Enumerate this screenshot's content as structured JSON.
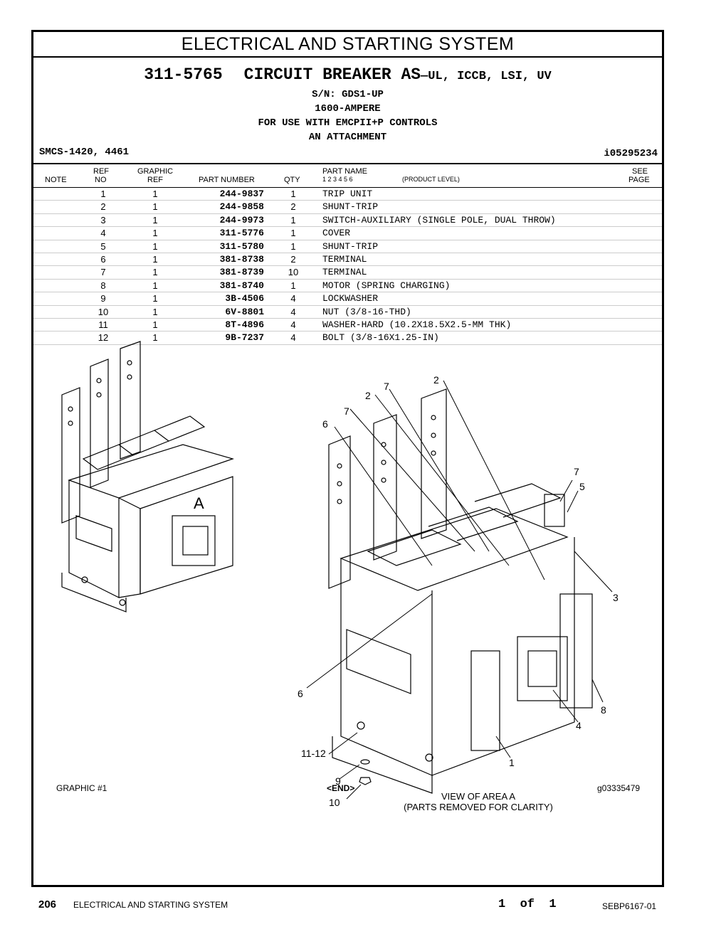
{
  "header": {
    "title": "ELECTRICAL AND STARTING SYSTEM"
  },
  "group": {
    "part_number": "311-5765",
    "name": "CIRCUIT BREAKER AS",
    "name_suffix": "—UL, ICCB, LSI, UV",
    "serial": "S/N: GDS1-UP",
    "rating": "1600-AMPERE",
    "use": "FOR USE WITH EMCPII+P CONTROLS",
    "type": "AN ATTACHMENT"
  },
  "smcs": "SMCS-1420, 4461",
  "doc_id": "i05295234",
  "table": {
    "headers": {
      "note": "NOTE",
      "ref_top": "REF",
      "ref_bottom": "NO",
      "graphic_top": "GRAPHIC",
      "graphic_bottom": "REF",
      "part_number": "PART NUMBER",
      "qty": "QTY",
      "part_name": "PART NAME",
      "levels": "1   2   3   4   5   6",
      "product_level": "(PRODUCT LEVEL)",
      "see_top": "SEE",
      "see_bottom": "PAGE"
    },
    "rows": [
      {
        "ref": "1",
        "graphic": "1",
        "part_number": "244-9837",
        "qty": "1",
        "name": "TRIP UNIT"
      },
      {
        "ref": "2",
        "graphic": "1",
        "part_number": "244-9858",
        "qty": "2",
        "name": "SHUNT-TRIP"
      },
      {
        "ref": "3",
        "graphic": "1",
        "part_number": "244-9973",
        "qty": "1",
        "name": "SWITCH-AUXILIARY (SINGLE POLE, DUAL THROW)"
      },
      {
        "ref": "4",
        "graphic": "1",
        "part_number": "311-5776",
        "qty": "1",
        "name": "COVER"
      },
      {
        "ref": "5",
        "graphic": "1",
        "part_number": "311-5780",
        "qty": "1",
        "name": "SHUNT-TRIP"
      },
      {
        "ref": "6",
        "graphic": "1",
        "part_number": "381-8738",
        "qty": "2",
        "name": "TERMINAL"
      },
      {
        "ref": "7",
        "graphic": "1",
        "part_number": "381-8739",
        "qty": "10",
        "name": "TERMINAL"
      },
      {
        "ref": "8",
        "graphic": "1",
        "part_number": "381-8740",
        "qty": "1",
        "name": "MOTOR (SPRING CHARGING)"
      },
      {
        "ref": "9",
        "graphic": "1",
        "part_number": "3B-4506",
        "qty": "4",
        "name": "LOCKWASHER"
      },
      {
        "ref": "10",
        "graphic": "1",
        "part_number": "6V-8801",
        "qty": "4",
        "name": "NUT (3/8-16-THD)"
      },
      {
        "ref": "11",
        "graphic": "1",
        "part_number": "8T-4896",
        "qty": "4",
        "name": "WASHER-HARD (10.2X18.5X2.5-MM THK)"
      },
      {
        "ref": "12",
        "graphic": "1",
        "part_number": "9B-7237",
        "qty": "4",
        "name": "BOLT (3/8-16X1.25-IN)"
      }
    ]
  },
  "graphic": {
    "area_label": "A",
    "callouts": [
      "2",
      "7",
      "2",
      "7",
      "6",
      "7",
      "5",
      "3",
      "8",
      "4",
      "1",
      "6",
      "11-12",
      "9",
      "10"
    ],
    "view_caption_line1": "VIEW OF AREA  A",
    "view_caption_line2": "(PARTS REMOVED FOR CLARITY)",
    "graphic_number": "GRAPHIC #1",
    "end_marker": "<END>",
    "graphic_id": "g03335479"
  },
  "footer": {
    "page_number": "206",
    "section": "ELECTRICAL AND STARTING SYSTEM",
    "page_of": "1  of  1",
    "publication": "SEBP6167-01"
  }
}
